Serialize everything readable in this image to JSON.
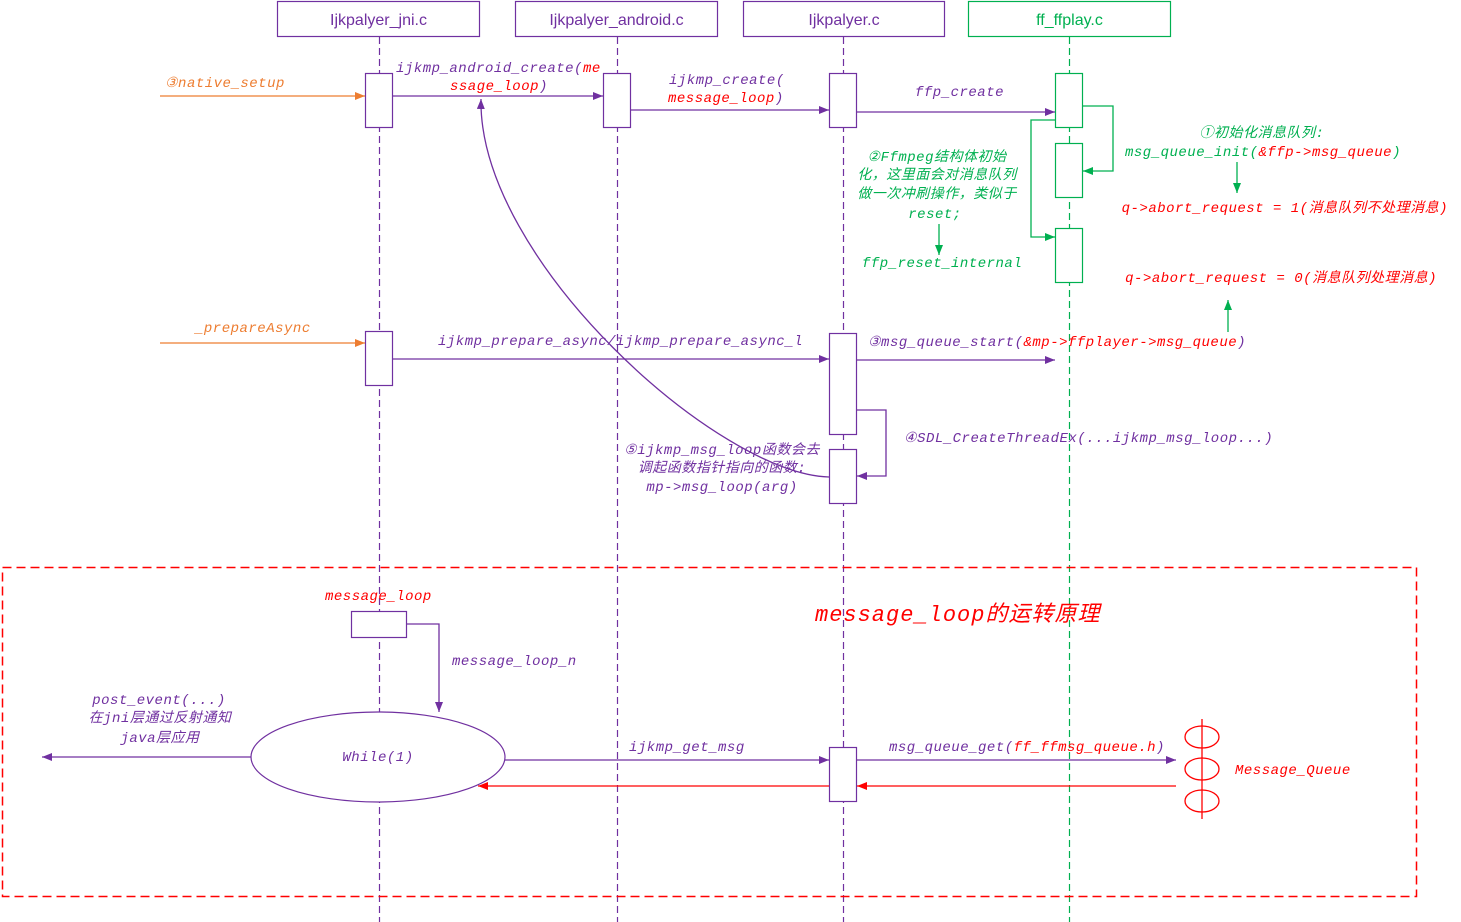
{
  "colors": {
    "purple": "#7030A0",
    "green": "#00B050",
    "red": "#FF0000",
    "orange": "#ED7D31"
  },
  "lifelines": [
    {
      "title": "Ijkpalyer_jni.c"
    },
    {
      "title": "Ijkpalyer_android.c"
    },
    {
      "title": "Ijkpalyer.c"
    },
    {
      "title": "ff_ffplay.c"
    }
  ],
  "setup": {
    "native_setup": "③native_setup",
    "android_create": {
      "line1": [
        "ijkmp_android_create(",
        "me"
      ],
      "line2": [
        "ssage_loop",
        ")"
      ]
    },
    "ijkmp_create": {
      "line1": "ijkmp_create(",
      "line2": [
        "message_loop",
        ")"
      ]
    },
    "ffp_create": "ffp_create",
    "msg_queue_init": {
      "note": "①初始化消息队列:",
      "call": [
        "msg_queue_init(",
        "&ffp->msg_queue",
        ")"
      ],
      "result": "q->abort_request = 1(消息队列不处理消息)"
    },
    "ffp_reset": {
      "note": [
        "②Ffmpeg结构体初始",
        "化，这里面会对消息队列",
        "做一次冲刷操作，类似于",
        "reset;"
      ],
      "call": "ffp_reset_internal"
    }
  },
  "prepare": {
    "prepare_async_entry": "_prepareAsync",
    "prepare_async": "ijkmp_prepare_async/ijkmp_prepare_async_l",
    "msg_queue_start": [
      "③msg_queue_start(",
      "&mp->ffplayer->msg_queue",
      ")"
    ],
    "start_result": "q->abort_request = 0(消息队列处理消息)",
    "create_thread": "④SDL_CreateThreadEx(...ijkmp_msg_loop...)",
    "msg_loop_note": [
      "⑤ijkmp_msg_loop函数会去",
      "调起函数指针指向的函数:",
      "mp->msg_loop(arg)"
    ]
  },
  "loop_section": {
    "title": "message_loop的运转原理",
    "box_label": "message_loop",
    "loop_n": "message_loop_n",
    "while_label": "While(1)",
    "post_event": [
      "post_event(...)",
      "在jni层通过反射通知",
      "java层应用"
    ],
    "get_msg": "ijkmp_get_msg",
    "queue_get": [
      "msg_queue_get(",
      "ff_ffmsg_queue.h",
      ")"
    ],
    "queue_label": "Message_Queue"
  }
}
